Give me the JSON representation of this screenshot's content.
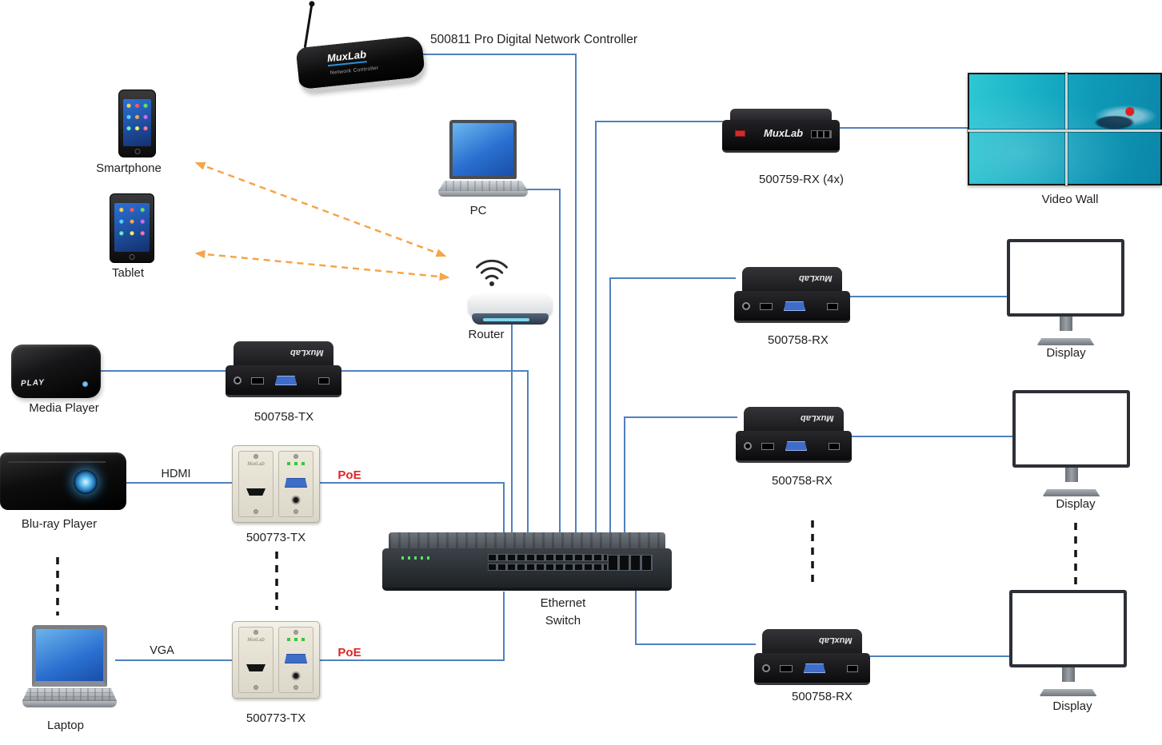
{
  "labels": {
    "controller": "500811 Pro Digital Network Controller",
    "smartphone": "Smartphone",
    "tablet": "Tablet",
    "pc": "PC",
    "router": "Router",
    "media_player": "Media Player",
    "tx_500758": "500758-TX",
    "bluray": "Blu-ray Player",
    "wallplate_top": "500773-TX",
    "wallplate_bottom": "500773-TX",
    "laptop": "Laptop",
    "ethernet_switch": "Ethernet Switch",
    "rx_500759": "500759-RX  (4x)",
    "video_wall": "Video Wall",
    "rx_500758_1": "500758-RX",
    "rx_500758_2": "500758-RX",
    "rx_500758_3": "500758-RX",
    "display_1": "Display",
    "display_2": "Display",
    "display_3": "Display"
  },
  "connection_labels": {
    "hdmi": "HDMI",
    "vga": "VGA",
    "poe_top": "PoE",
    "poe_bottom": "PoE"
  },
  "device_text": {
    "brand": "MuxLab",
    "controller_model": "Network Controller",
    "media_player_brand": "PLAY"
  },
  "colors": {
    "connection_line": "#4f81bd",
    "wireless_arrow": "#f5a54a",
    "poe_label": "#e02424",
    "continuation_dash": "#141414",
    "background": "#ffffff"
  }
}
